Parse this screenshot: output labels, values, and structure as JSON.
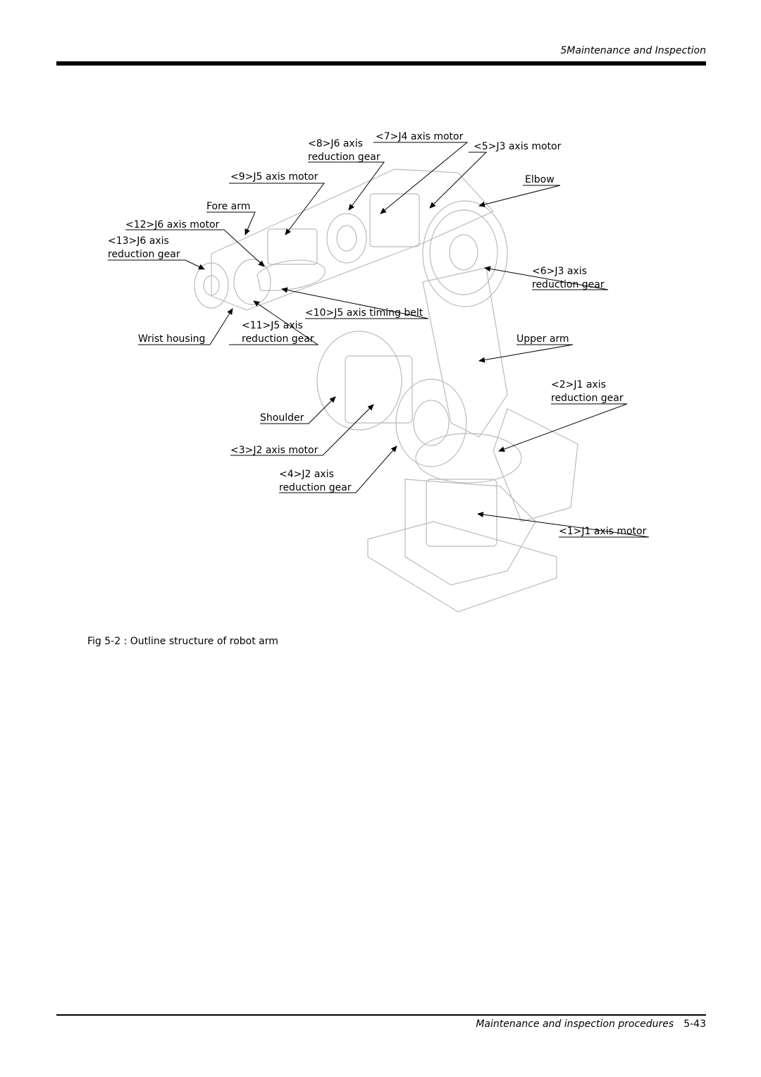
{
  "header": {
    "section_title": "5Maintenance and Inspection"
  },
  "figure": {
    "caption": "Fig 5-2 : Outline structure of robot arm",
    "labels": {
      "j6_axis_reduction_gear_top": "<8>J6 axis\nreduction gear",
      "j4_axis_motor": "<7>J4 axis motor",
      "j3_axis_motor": "<5>J3 axis motor",
      "j5_axis_motor": "<9>J5 axis motor",
      "elbow": "Elbow",
      "fore_arm": "Fore arm",
      "j6_axis_motor": "<12>J6 axis motor",
      "j6_axis_reduction_gear_wrist": "<13>J6 axis\nreduction gear",
      "j3_axis_reduction_gear": "<6>J3 axis\nreduction gear",
      "j5_axis_timing_belt": "<10>J5 axis timing belt",
      "j5_axis_reduction_gear": "<11>J5 axis\nreduction gear",
      "wrist_housing": "Wrist housing",
      "upper_arm": "Upper arm",
      "j1_axis_reduction_gear": "<2>J1 axis\nreduction gear",
      "shoulder": "Shoulder",
      "j2_axis_motor": "<3>J2 axis motor",
      "j2_axis_reduction_gear": "<4>J2 axis\nreduction gear",
      "j1_axis_motor": "<1>J1 axis motor"
    }
  },
  "footer": {
    "text": "Maintenance and inspection procedures",
    "page_number": "5-43"
  }
}
